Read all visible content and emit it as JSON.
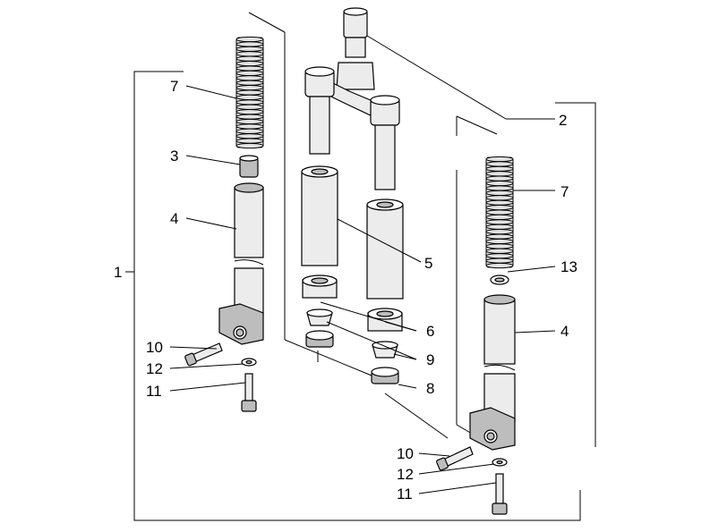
{
  "labels": {
    "l1": "1",
    "l2": "2",
    "l3": "3",
    "l4_left": "4",
    "l4_right": "4",
    "l5": "5",
    "l6": "6",
    "l7_left": "7",
    "l7_right": "7",
    "l8": "8",
    "l9": "9",
    "l10_left": "10",
    "l10_right": "10",
    "l11_left": "11",
    "l11_right": "11",
    "l12_left": "12",
    "l12_right": "12",
    "l13": "13"
  }
}
